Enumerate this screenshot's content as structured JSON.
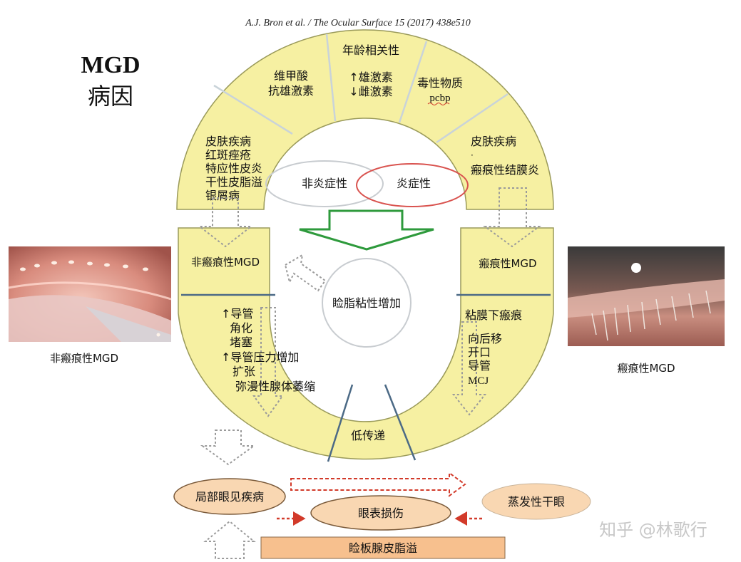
{
  "citation": "A.J. Bron et al. / The Ocular Surface 15 (2017) 438e510",
  "heading": {
    "line1": "MGD",
    "line2": "病因"
  },
  "arc_segments": {
    "top_center": "年龄相关性",
    "top_center_items": [
      "↑雄激素",
      "↓雌激素"
    ],
    "top_left": [
      "维甲酸",
      "抗雄激素"
    ],
    "top_right": [
      "毒性物质",
      "pcbp"
    ],
    "left": [
      "皮肤疾病",
      "红斑痤疮",
      "特应性皮炎",
      "干性皮脂溢",
      "银屑病"
    ],
    "right": [
      "皮肤疾病",
      "·",
      "瘢痕性结膜炎"
    ]
  },
  "venn": {
    "left": "非炎症性",
    "right": "炎症性"
  },
  "side_boxes": {
    "left": "非瘢痕性MGD",
    "right": "瘢痕性MGD"
  },
  "center_circle": "睑脂粘性增加",
  "lower_left": [
    "↑导管",
    "角化",
    "堵塞",
    "↑导管压力增加",
    "扩张",
    "弥漫性腺体萎缩"
  ],
  "lower_right": [
    "粘膜下瘢痕",
    "向后移",
    "开口",
    "导管",
    "MCJ"
  ],
  "bottom_segment": "低传递",
  "photos": {
    "left_caption": "非瘢痕性MGD",
    "right_caption": "瘢痕性MGD"
  },
  "bottom": {
    "local_disease": "局部眼见疾病",
    "ocular_damage": "眼表损伤",
    "evaporative": "蒸发性干眼",
    "meibum": "睑板腺皮脂溢"
  },
  "watermark": "知乎 @林歌行",
  "colors": {
    "yellow_fill": "#f6f0a2",
    "yellow_stroke": "#9a9a5a",
    "divider": "#4c6a86",
    "orange_ellipse": "#f9d7b2",
    "meibum_bar": "#f7c08e",
    "arrow_green": "#2e9a3c",
    "arrow_red": "#d23a2a",
    "venn_red": "#d9534f"
  }
}
